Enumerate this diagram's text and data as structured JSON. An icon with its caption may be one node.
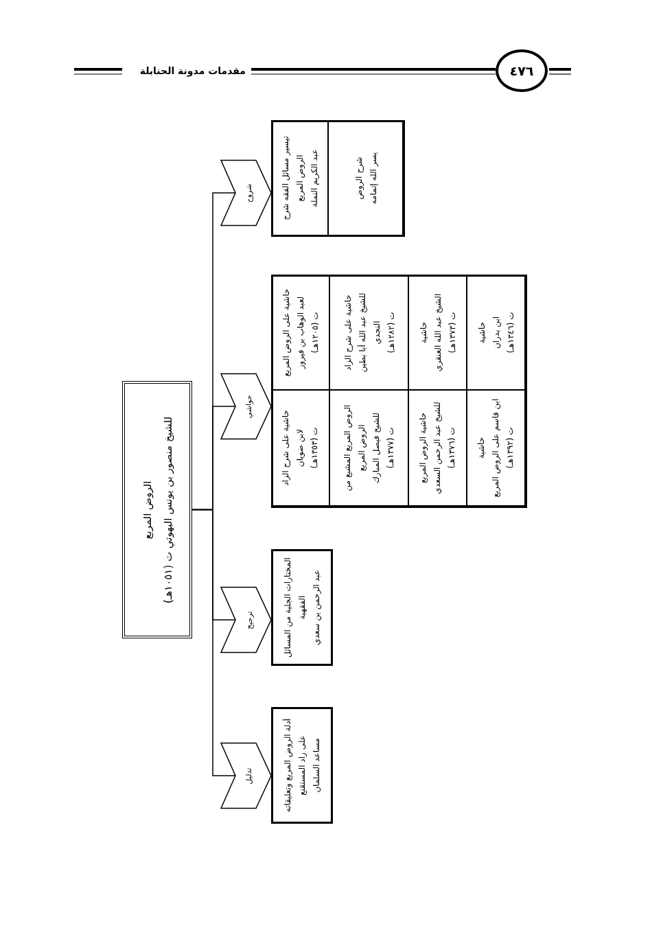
{
  "diagram": {
    "nodes": [
      {
        "text": [
          "الروض المربع",
          "للشيخ منصور بن يونس البهوتي ت (١٠٥١هـ)"
        ]
      },
      {
        "text": [],
        "shape": "box"
      },
      {
        "text": [
          "تيسير مسائل الفقه شرح الروض المربع",
          "عبد الكريم النملة"
        ],
        "in": 1
      },
      {
        "text": [
          "شرح الروض",
          "يسر الله إتمامه"
        ],
        "in": 1
      },
      {
        "text": [],
        "shape": "box"
      },
      {
        "text": [
          "حاشية على الروض المربع",
          "لعبد الوهاب بن فيروز",
          "ت (١٢٠٥هـ)"
        ],
        "in": 4
      },
      {
        "text": [
          "حاشية على شرح الزاد",
          "لابن ضويان",
          "ت (١٣٥٣هـ)"
        ],
        "in": 4
      },
      {
        "text": [
          "حاشية على شرح الزاد",
          "للشيخ عبد الله أبا بطين النجدي",
          "ت (١٢٨٢هـ)"
        ],
        "in": 4
      },
      {
        "text": [
          "الروض المربع المشبع من الروض المربع",
          "للشيخ فيصل المبارك",
          "ت (١٣٧٧هـ)"
        ],
        "in": 4
      },
      {
        "text": [
          "حاشية",
          "الشيخ عبد الله العنقري",
          "ت (١٣٧٣هـ)"
        ],
        "in": 4
      },
      {
        "text": [
          "حاشية الروض المربع",
          "للشيخ عبد الرحمن السعدي",
          "ت (١٣٧٦هـ)"
        ],
        "in": 4
      },
      {
        "text": [
          "حاشية",
          "ابن بدران",
          "ت (١٣٤٦هـ)"
        ],
        "in": 4
      },
      {
        "text": [
          "حاشية",
          "ابن قاسم على الروض المربع",
          "ت (١٣٩٢هـ)"
        ],
        "in": 4
      },
      {
        "text": [
          "المختارات الجلية من المسائل الفقهية",
          "عبد الرحمن بن سعدي"
        ]
      },
      {
        "text": [
          "أدلة الروض المربع وتعليقاته على زاد المستقنع",
          "مساعد السلمان"
        ]
      }
    ],
    "edges": [
      {
        "from": 0,
        "to": 1,
        "arrow": "to",
        "label": "شروح"
      },
      {
        "from": 0,
        "to": 4,
        "arrow": "to",
        "label": "حواشي"
      },
      {
        "from": 0,
        "to": 13,
        "arrow": "to",
        "label": "ترجيح"
      },
      {
        "from": 0,
        "to": 14,
        "arrow": "to",
        "label": "تدليل"
      }
    ],
    "labels": [
      "٤٧٦",
      "مقدمات مدونة الحنابلة"
    ]
  }
}
